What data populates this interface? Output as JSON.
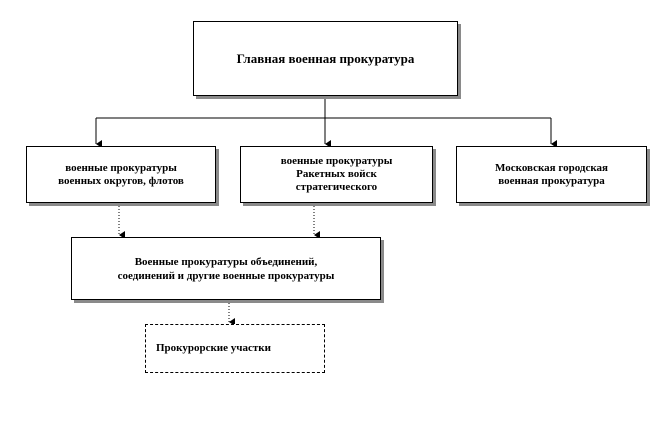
{
  "diagram": {
    "nodes": {
      "main": "Главная  военная  прокуратура",
      "districts": "военные  прокуратуры\nвоенных  округов,  флотов",
      "rvsn": "военные  прокуратуры\nРакетных  войск\nстратегического",
      "moscow": "Московская  городская\nвоенная  прокуратура",
      "formations": "Военные  прокуратуры  объединений,\nсоединений  и  другие  военные  прокуратуры",
      "sites": "Прокурорские  участки"
    },
    "edges": [
      {
        "from": "main",
        "to": "districts",
        "style": "solid"
      },
      {
        "from": "main",
        "to": "rvsn",
        "style": "solid"
      },
      {
        "from": "main",
        "to": "moscow",
        "style": "solid"
      },
      {
        "from": "districts",
        "to": "formations",
        "style": "dotted"
      },
      {
        "from": "rvsn",
        "to": "formations",
        "style": "dotted"
      },
      {
        "from": "formations",
        "to": "sites",
        "style": "dotted"
      }
    ],
    "colors": {
      "line": "#000000",
      "shadow": "#8a8a8a",
      "background": "#ffffff"
    }
  }
}
